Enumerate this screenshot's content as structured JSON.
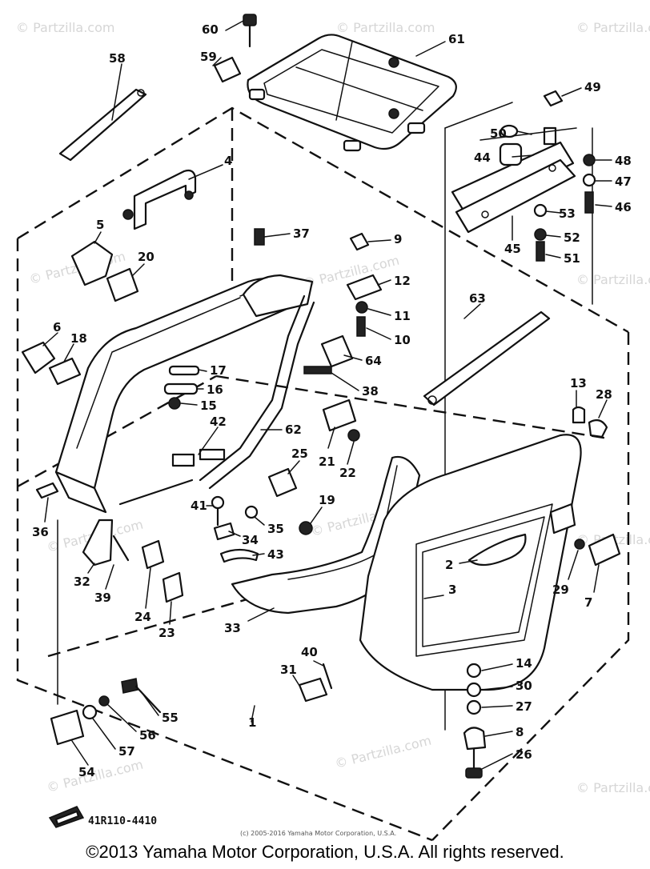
{
  "watermarks": [
    "© Partzilla.com",
    "© Partzilla.com",
    "© Partzilla.com",
    "© Partzilla.com",
    "© Partzilla.com",
    "© Partzilla.com",
    "© Partzilla.com",
    "© Partzilla.com",
    "© Partzilla.com",
    "© Partzilla.com",
    "© Partzilla.com",
    "© Partzilla.com"
  ],
  "callouts": [
    "60",
    "59",
    "61",
    "58",
    "49",
    "50",
    "48",
    "44",
    "47",
    "46",
    "4",
    "53",
    "52",
    "45",
    "51",
    "5",
    "37",
    "9",
    "20",
    "12",
    "11",
    "10",
    "6",
    "18",
    "63",
    "17",
    "64",
    "16",
    "15",
    "38",
    "62",
    "13",
    "28",
    "42",
    "21",
    "22",
    "25",
    "36",
    "41",
    "35",
    "19",
    "34",
    "43",
    "2",
    "29",
    "7",
    "32",
    "39",
    "24",
    "23",
    "33",
    "3",
    "40",
    "31",
    "14",
    "30",
    "27",
    "1",
    "55",
    "56",
    "8",
    "57",
    "26",
    "54"
  ],
  "diagram_code": "41R110-4410",
  "small_copyright": "(c) 2005-2016 Yamaha Motor Corporation, U.S.A.",
  "footer": "©2013 Yamaha Motor Corporation, U.S.A. All rights reserved."
}
